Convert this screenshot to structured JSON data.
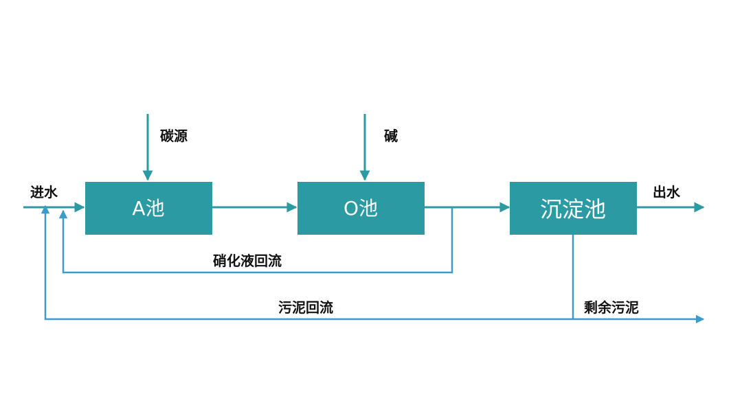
{
  "colors": {
    "tank": "#2b9aa3",
    "line_teal": "#2b9aa3",
    "line_blue": "#3a9ccb",
    "label": "#111111"
  },
  "tanks": {
    "a_tank": "A池",
    "o_tank": "O池",
    "settling_tank": "沉淀池"
  },
  "labels": {
    "influent": "进水",
    "effluent": "出水",
    "carbon_source": "碳源",
    "alkali": "碱",
    "nitrate_recycle": "硝化液回流",
    "sludge_return": "污泥回流",
    "excess_sludge": "剩余污泥"
  }
}
